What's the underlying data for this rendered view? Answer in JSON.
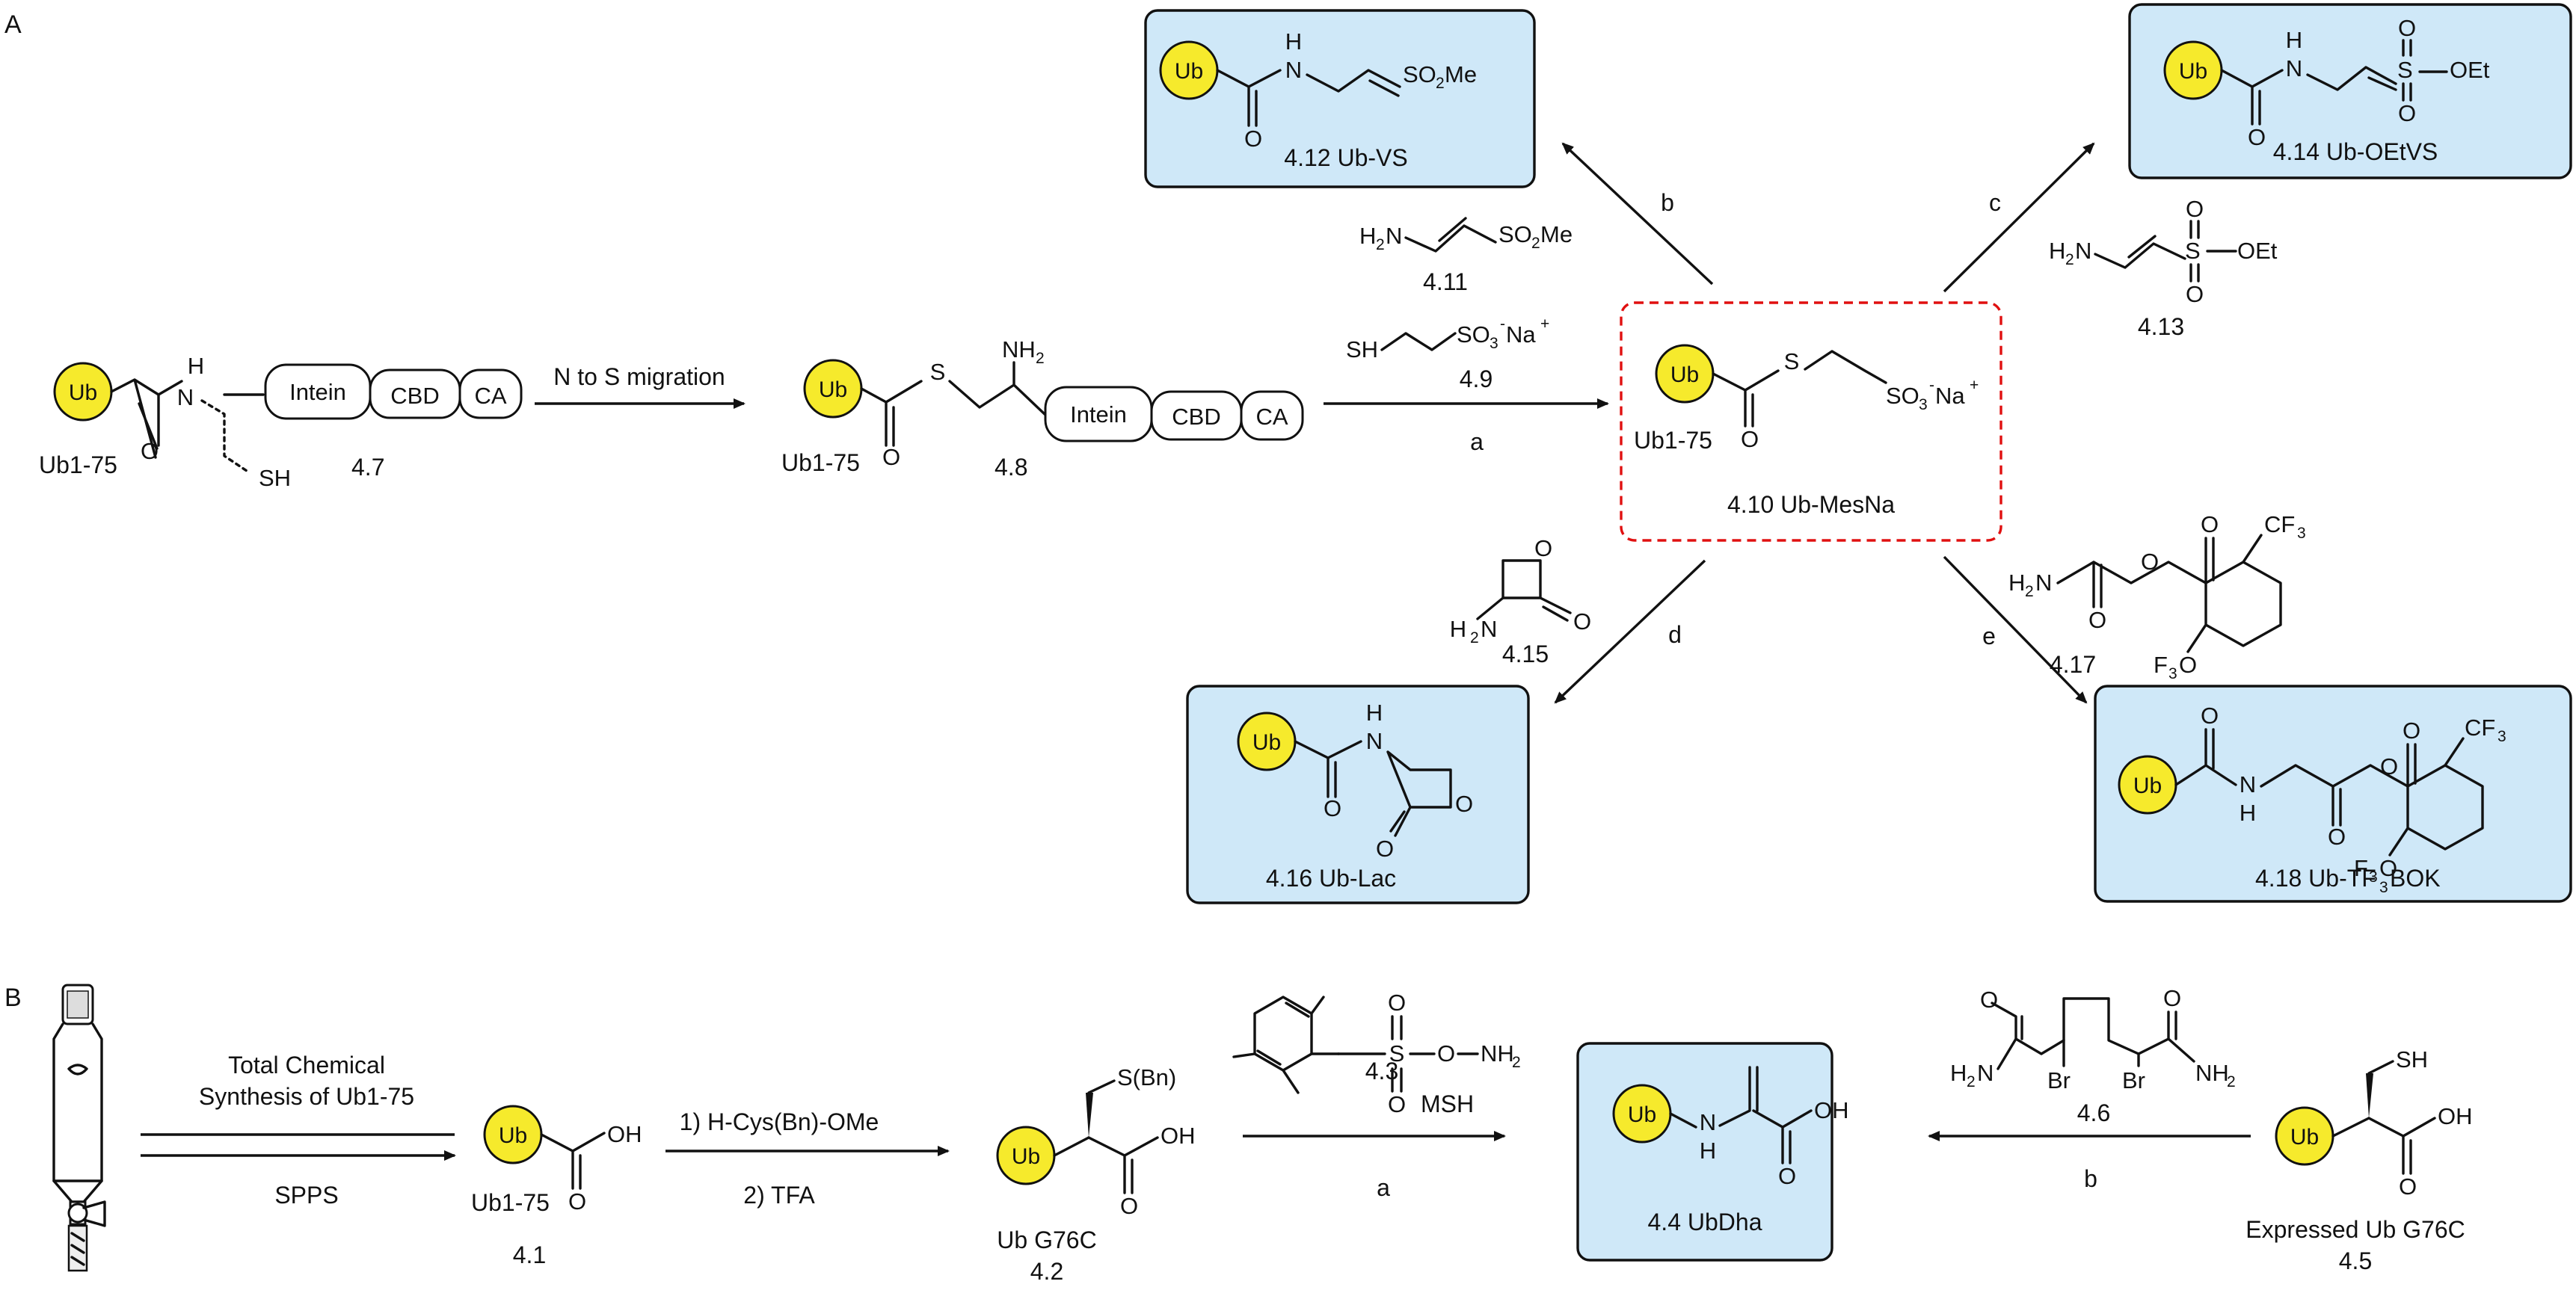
{
  "section_a": "A",
  "section_b": "B",
  "ub": "Ub",
  "intein": "Intein",
  "cbd": "CBD",
  "ca": "CA",
  "ub175": "Ub1-75",
  "c47": "4.7",
  "c48": "4.8",
  "migration": "N to S migration",
  "reagent49": "4.9",
  "step_a": "a",
  "step_b": "b",
  "step_c": "c",
  "step_d": "d",
  "step_e": "e",
  "c410": "4.10 Ub-MesNa",
  "c411": "4.11",
  "c412": "4.12  Ub-VS",
  "c413": "4.13",
  "c414": "4.14  Ub-OEtVS",
  "c415": "4.15",
  "c416": "4.16  Ub-Lac",
  "c417": "4.17",
  "c418_pre": "4.18  Ub-TF",
  "c418_post": "BOK",
  "sub3": "3",
  "sub2": "2",
  "sup_minus": "-",
  "sup_plus": "+",
  "b_total1": "Total  Chemical",
  "b_total2": "Synthesis of Ub1-75",
  "b_spps": "SPPS",
  "c41": "4.1",
  "b_step1": "1) H-Cys(Bn)-OMe",
  "b_step2": "2) TFA",
  "c42_name": "Ub G76C",
  "c42": "4.2",
  "c43": "4.3",
  "msh": "MSH",
  "c44": "4.4  UbDha",
  "c46": "4.6",
  "c45_name": "Expressed Ub G76C",
  "c45": "4.5",
  "atoms": {
    "N": "N",
    "H": "H",
    "O": "O",
    "S": "S",
    "OH": "OH",
    "SH": "SH",
    "H2N": "H",
    "NH2": "NH",
    "SO2Me_pre": "SO",
    "SO2Me_post": "Me",
    "SO3": "SO",
    "Na": "Na",
    "OEt": "OEt",
    "Br": "Br",
    "F3C": "F",
    "CF3": "CF",
    "NH": "NH",
    "SBn": "S(Bn)",
    "ONH2": "O",
    "O_NH2_tail": "NH"
  },
  "colors": {
    "ub_ball": "#f6ea2c",
    "product_box": "#cfe8f8",
    "highlight_dash": "#e01010"
  }
}
